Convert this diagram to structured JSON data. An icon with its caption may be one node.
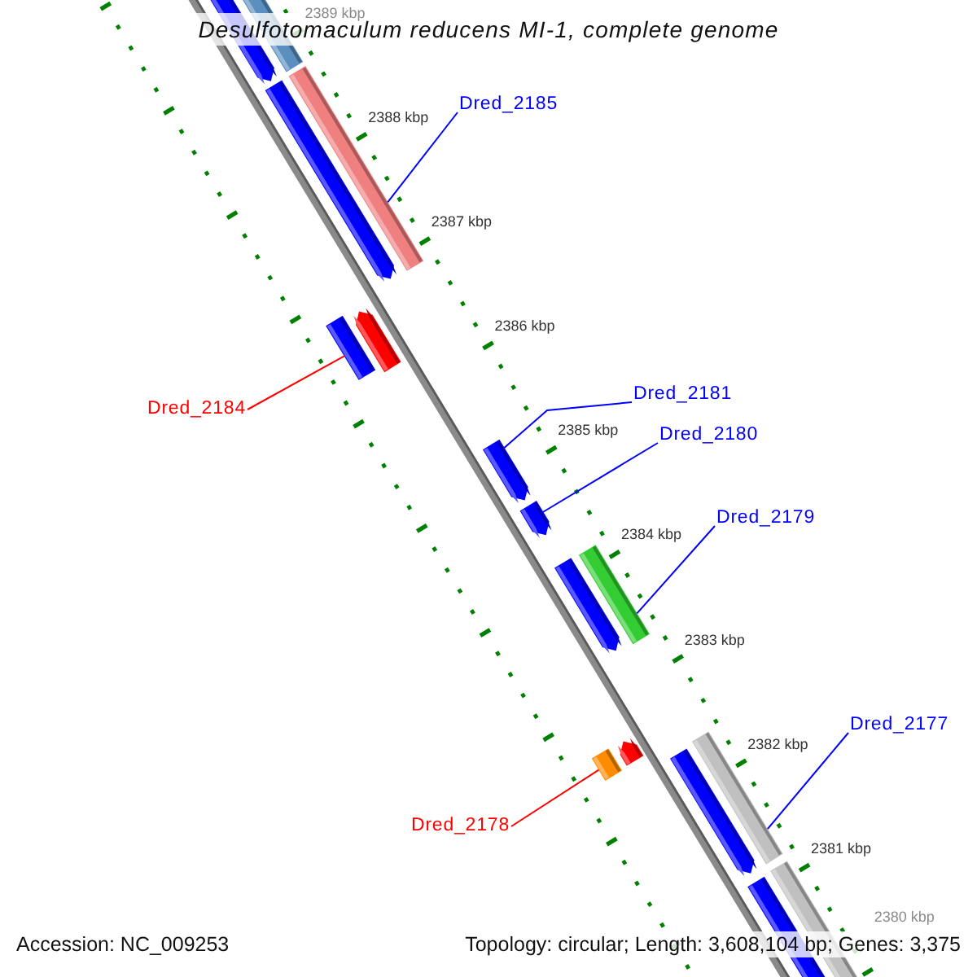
{
  "diagram": {
    "title": "Desulfotomaculum reducens MI-1, complete genome",
    "nodes": [
      {
        "text": [
          "Dred_2185"
        ]
      },
      {
        "text": [],
        "shape": "bar"
      },
      {
        "text": [
          "Dred_2184"
        ]
      },
      {
        "text": [],
        "shape": "bar"
      },
      {
        "text": [
          "Dred_2181"
        ]
      },
      {
        "text": [],
        "shape": "bar"
      },
      {
        "text": [
          "Dred_2180"
        ]
      },
      {
        "text": [],
        "shape": "bar"
      },
      {
        "text": [
          "Dred_2179"
        ]
      },
      {
        "text": [],
        "shape": "bar"
      },
      {
        "text": [
          "Dred_2177"
        ]
      },
      {
        "text": [],
        "shape": "bar"
      },
      {
        "text": [
          "Dred_2178"
        ]
      },
      {
        "text": [],
        "shape": "bar"
      }
    ],
    "edges": [
      {
        "from": 0,
        "to": 1,
        "arrow": "none"
      },
      {
        "from": 2,
        "to": 3,
        "arrow": "none",
        "color": "#ff0000"
      },
      {
        "from": 4,
        "to": 5,
        "arrow": "none"
      },
      {
        "from": 6,
        "to": 7,
        "arrow": "none"
      },
      {
        "from": 8,
        "to": 9,
        "arrow": "none"
      },
      {
        "from": 10,
        "to": 11,
        "arrow": "none"
      },
      {
        "from": 12,
        "to": 13,
        "arrow": "none",
        "color": "#ff0000"
      }
    ],
    "labels": [
      "2389 kbp",
      "2388 kbp",
      "2387 kbp",
      "2386 kbp",
      "2385 kbp",
      "2384 kbp",
      "2383 kbp",
      "2382 kbp",
      "2381 kbp",
      "2380 kbp",
      "Accession: NC_009253",
      "Topology: circular; Length: 3,608,104 bp; Genes: 3,375"
    ]
  }
}
